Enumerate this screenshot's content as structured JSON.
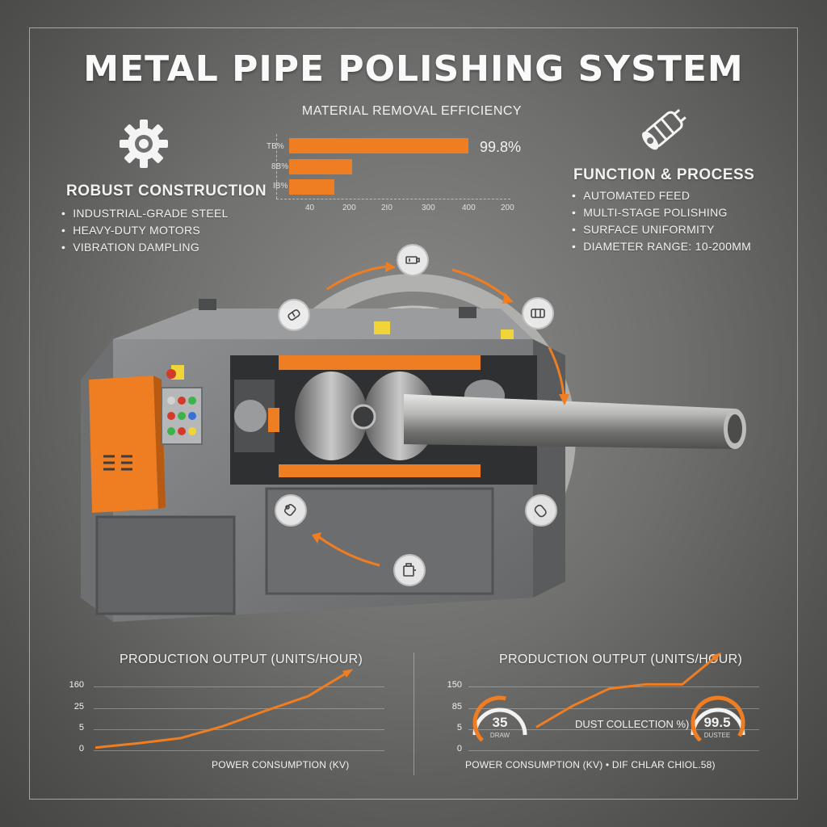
{
  "title": "METAL PIPE POLISHING SYSTEM",
  "left_panel": {
    "title": "ROBUST CONSTRUCTION",
    "icon": "gear-icon",
    "items": [
      "INDUSTRIAL-GRADE STEEL",
      "HEAVY-DUTY MOTORS",
      "VIBRATION DAMPLING"
    ]
  },
  "right_panel": {
    "title": "FUNCTION & PROCESS",
    "icon": "pipe-icon",
    "items": [
      "AUTOMATED FEED",
      "MULTI-STAGE POLISHING",
      "SURFACE UNIFORMITY",
      "DIAMETER RANGE: 10-200MM"
    ]
  },
  "efficiency_chart": {
    "title": "MATERIAL REMOVAL EFFICIENCY",
    "value_label": "99.8%",
    "row_labels": [
      "TB%",
      "8B%",
      "IB%"
    ],
    "x_ticks": [
      "40",
      "200",
      "2I0",
      "300",
      "400",
      "200"
    ],
    "bar_fractions": [
      1.0,
      0.35,
      0.25
    ],
    "accent": "#ef7d22"
  },
  "process_cycle": {
    "stages": [
      "feed-stage-icon",
      "rough-polish-icon",
      "fine-polish-icon",
      "inspect-icon",
      "output-icon",
      "pipe-load-icon"
    ]
  },
  "machine": {
    "body_color": "#7c7e80",
    "accent": "#ef7d22"
  },
  "chart_data": [
    {
      "type": "line",
      "title": "PRODUCTION OUTPUT (UNITS/HOUR)",
      "xlabel": "POWER CONSUMPTION (KV)",
      "y_ticks": [
        "160",
        "25",
        "5",
        "0"
      ],
      "series": [
        {
          "values": [
            0.05,
            0.1,
            0.16,
            0.3,
            0.48,
            0.65,
            0.95
          ]
        }
      ]
    },
    {
      "type": "line",
      "title": "PRODUCTION OUTPUT (UNITS/HOUR)",
      "xlabel": "POWER CONSUMPTION (KV) • DIF CHLAR CHIOL.58)",
      "y_ticks": [
        "150",
        "85",
        "5",
        "0"
      ],
      "series": [
        {
          "values": [
            0.1,
            0.35,
            0.55,
            0.6,
            0.6,
            0.95
          ]
        }
      ],
      "gauges": [
        {
          "value": "35",
          "caption": "DRAW",
          "fraction": 0.55
        },
        {
          "value": "99.5",
          "caption": "DUSTEE",
          "fraction": 0.95
        }
      ],
      "dust_label": "DUST COLLECTION %)"
    }
  ]
}
